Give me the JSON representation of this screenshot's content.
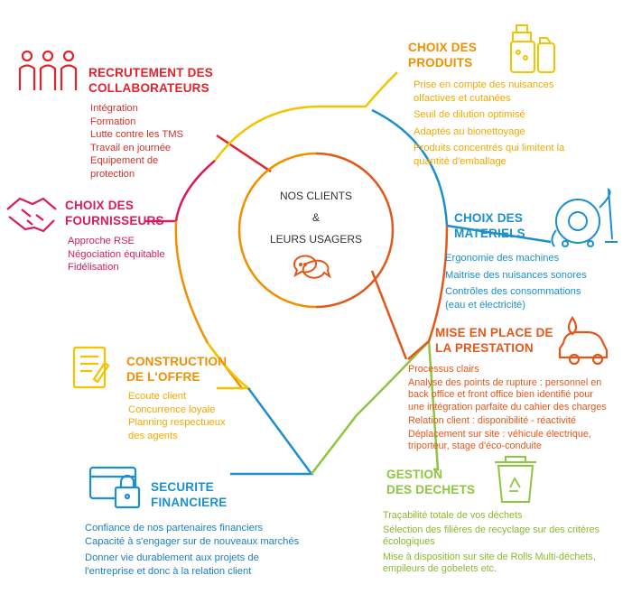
{
  "center": {
    "line1": "NOS CLIENTS",
    "line2": "&",
    "line3": "LEURS USAGERS"
  },
  "colors": {
    "red": "#e42229",
    "magenta": "#d81b60",
    "yellow": "#f4c300",
    "orange": "#f28f00",
    "dark_orange": "#e4571a",
    "blue": "#1b8fcf",
    "green": "#8dc63f"
  },
  "sections": {
    "recrutement": {
      "title": [
        "RECRUTEMENT DES",
        "COLLABORATEURS"
      ],
      "items": [
        "Intégration",
        "Formation",
        "Lutte contre les TMS",
        "Travail en journée",
        "Equipement de",
        "protection"
      ],
      "icon": "people-icon"
    },
    "fournisseurs": {
      "title": [
        "CHOIX DES",
        "FOURNISSEURS"
      ],
      "items": [
        "Approche RSE",
        "Négociation équitable",
        "Fidélisation"
      ],
      "icon": "handshake-icon"
    },
    "offre": {
      "title": [
        "CONSTRUCTION",
        "DE L'OFFRE"
      ],
      "items": [
        "Ecoute client",
        "Concurrence loyale",
        "Planning respectueux",
        "des agents"
      ],
      "icon": "document-icon"
    },
    "securite": {
      "title": [
        "SECURITE",
        "FINANCIERE"
      ],
      "items": [
        "Confiance de nos partenaires financiers",
        "Capacité à s'engager sur de nouveaux marchés",
        "Donner vie durablement aux projets de",
        "l'entreprise et donc à la relation client"
      ],
      "icon": "padlock-card-icon"
    },
    "produits": {
      "title": [
        "CHOIX DES",
        "PRODUITS"
      ],
      "items": [
        "Prise en compte des nuisances",
        "olfactives et cutanées",
        "Seuil de dilution optimisé",
        "Adaptés au bionettoyage",
        "Produits concentrés qui limitent la",
        "quantité d'emballage"
      ],
      "icon": "bottles-icon"
    },
    "materiels": {
      "title": [
        "CHOIX DES",
        "MATERIELS"
      ],
      "items": [
        "Ergonomie des machines",
        "Maitrise des nuisances sonores",
        "Contrôles des consommations",
        "(eau et électricité)"
      ],
      "icon": "vacuum-icon"
    },
    "prestation": {
      "title": [
        "MISE EN PLACE DE",
        "LA PRESTATION"
      ],
      "items": [
        "Processus clairs",
        "Analyse des points de rupture : personnel en",
        "back office et front office bien identifié pour",
        "une intégration parfaite du cahier des charges",
        "Relation client : disponibilité - réactivité",
        "Déplacement sur site : véhicule électrique,",
        "triporteur, stage d'éco-conduite"
      ],
      "icon": "eco-car-icon"
    },
    "dechets": {
      "title": [
        "GESTION",
        "DES DECHETS"
      ],
      "items": [
        "Traçabilité totale de vos déchets",
        "Sélection des filières de recyclage sur des critères",
        "écologiques",
        "Mise à disposition sur site de Rolls Multi-déchets,",
        "empileurs de gobelets etc."
      ],
      "icon": "recycle-bin-icon"
    }
  }
}
